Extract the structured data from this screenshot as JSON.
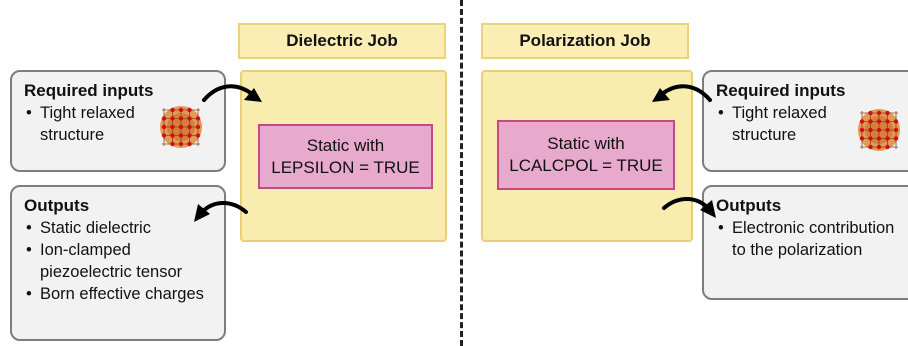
{
  "left": {
    "job_title": "Dielectric Job",
    "static_line1": "Static with",
    "static_line2": "LEPSILON = TRUE",
    "required_header": "Required inputs",
    "required_items": [
      "Tight relaxed structure"
    ],
    "outputs_header": "Outputs",
    "output_items": [
      "Static dielectric",
      "Ion-clamped piezoelectric tensor",
      "Born effective charges"
    ]
  },
  "right": {
    "job_title": "Polarization Job",
    "static_line1": "Static with",
    "static_line2": "LCALCPOL = TRUE",
    "required_header": "Required inputs",
    "required_items": [
      "Tight relaxed structure"
    ],
    "outputs_header": "Outputs",
    "output_items": [
      "Electronic contribution to the polarization"
    ]
  },
  "icons": {
    "crystal": "crystal-structure-icon",
    "arrow": "curved-arrow-icon"
  },
  "colors": {
    "job_panel": "#f8ecaf",
    "job_border": "#e8cf7a",
    "static_fill": "#e7a9cc",
    "static_border": "#c44a86",
    "info_fill": "#f2f2f2",
    "info_border": "#7d7d7d",
    "atom_red": "#d01010",
    "atom_orange": "#e08a3c"
  }
}
